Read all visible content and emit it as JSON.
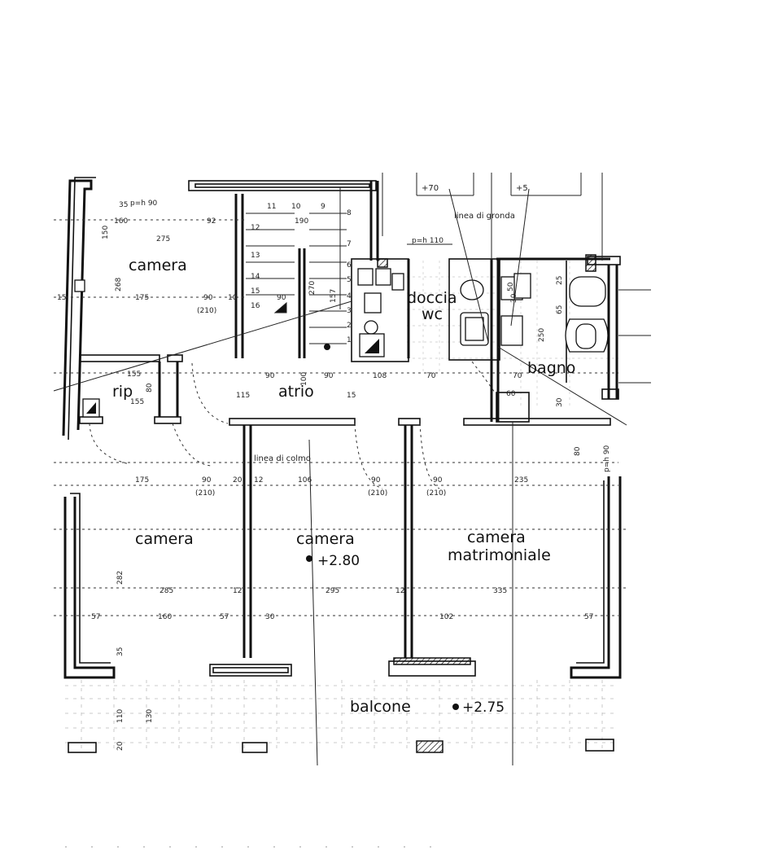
{
  "rooms": {
    "camera_nw": "camera",
    "rip": "rip",
    "atrio": "atrio",
    "doccia": "doccia",
    "wc": "wc",
    "bagno": "bagno",
    "camera_sw": "camera",
    "camera_center": "camera",
    "camera_matrimoniale_1": "camera",
    "camera_matrimoniale_2": "matrimoniale",
    "balcone": "balcone"
  },
  "levels": {
    "camera_center": "+2.80",
    "balcone": "+2.75",
    "top_left": "+70",
    "top_right": "+5"
  },
  "notes": {
    "linea_di_gronda": "linea di gronda",
    "linea_di_colmo": "linea di colmo",
    "ph_top": "p=h 90",
    "ph_110": "p=h 110",
    "ph_right": "p=h 90"
  },
  "dims": {
    "d_35a": "35",
    "d_160a": "160",
    "d_92": "92",
    "d_275": "275",
    "d_150": "150",
    "d_268": "268",
    "d_175a": "175",
    "d_90a": "90",
    "d_210a": "(210)",
    "d_10a": "10",
    "d_90b": "90",
    "d_270": "270",
    "d_157": "157",
    "d_12a": "12",
    "d_190": "190",
    "d_11": "11",
    "d_10b": "10",
    "d_9": "9",
    "d_8a": "8",
    "d_15a": "15",
    "d_155a": "155",
    "d_155b": "155",
    "d_80a": "80",
    "d_90c": "90",
    "d_115": "115",
    "d_90d": "90",
    "d_15b": "15",
    "d_108": "108",
    "d_70a": "70",
    "d_70b": "70",
    "d_60": "60",
    "d_250": "250",
    "d_65": "65",
    "d_30a": "30",
    "d_175b": "175",
    "d_90e": "90",
    "d_210b": "(210)",
    "d_20": "20",
    "d_12b": "12",
    "d_106": "106",
    "d_90f": "90",
    "d_210c": "(210)",
    "d_90g": "90",
    "d_210d": "(210)",
    "d_235": "235",
    "d_282": "282",
    "d_285": "285",
    "d_295": "295",
    "d_335": "335",
    "d_12c": "12",
    "d_12d": "12",
    "d_57a": "57",
    "d_160b": "160",
    "d_57b": "57",
    "d_30b": "30",
    "d_102": "102",
    "d_57c": "57",
    "d_35b": "35",
    "d_110": "110",
    "d_130": "130",
    "d_20b": "20",
    "d_80b": "80",
    "d_1": "1",
    "d_2": "2",
    "d_3": "3",
    "d_4": "4",
    "d_5": "5",
    "d_6": "6",
    "d_7": "7",
    "d_13": "13",
    "d_14": "14",
    "d_15c": "15",
    "d_16": "16",
    "d_100": "100",
    "d_30c": "30",
    "d_25": "25",
    "d_50": "50"
  }
}
